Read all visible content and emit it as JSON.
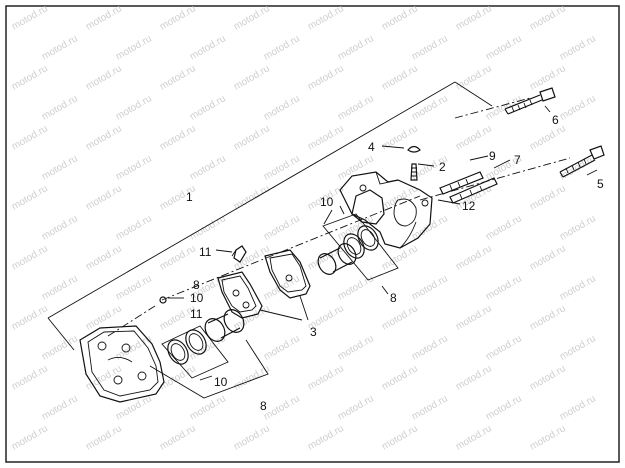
{
  "diagram": {
    "callouts": {
      "c1": "1",
      "c2": "2",
      "c3": "3",
      "c4": "4",
      "c5": "5",
      "c6": "6",
      "c7": "7",
      "c8_top": "8",
      "c8_mid": "8",
      "c8_bottom": "8",
      "c9": "9",
      "c10_top": "10",
      "c10_mid": "10",
      "c10_bottom": "10",
      "c11_top": "11",
      "c11_mid": "11",
      "c12": "12"
    },
    "watermark": "motod.ru"
  }
}
